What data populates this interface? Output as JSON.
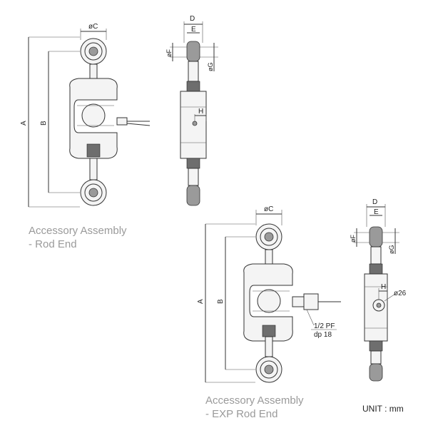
{
  "captions": {
    "rod_end_line1": "Accessory Assembly",
    "rod_end_line2": "- Rod End",
    "exp_line1": "Accessory Assembly",
    "exp_line2": "- EXP Rod End"
  },
  "unit_label": "UNIT : mm",
  "dims": {
    "A": "A",
    "B": "B",
    "C": "øC",
    "D": "D",
    "E": "E",
    "F": "øF",
    "G": "øG",
    "H": "H",
    "d26": "ø26",
    "pf_line1": "1/2 PF",
    "pf_line2": "dp 18"
  },
  "colors": {
    "line": "#333333",
    "caption": "#9a9a9a",
    "thread": "#6e6e6e"
  }
}
